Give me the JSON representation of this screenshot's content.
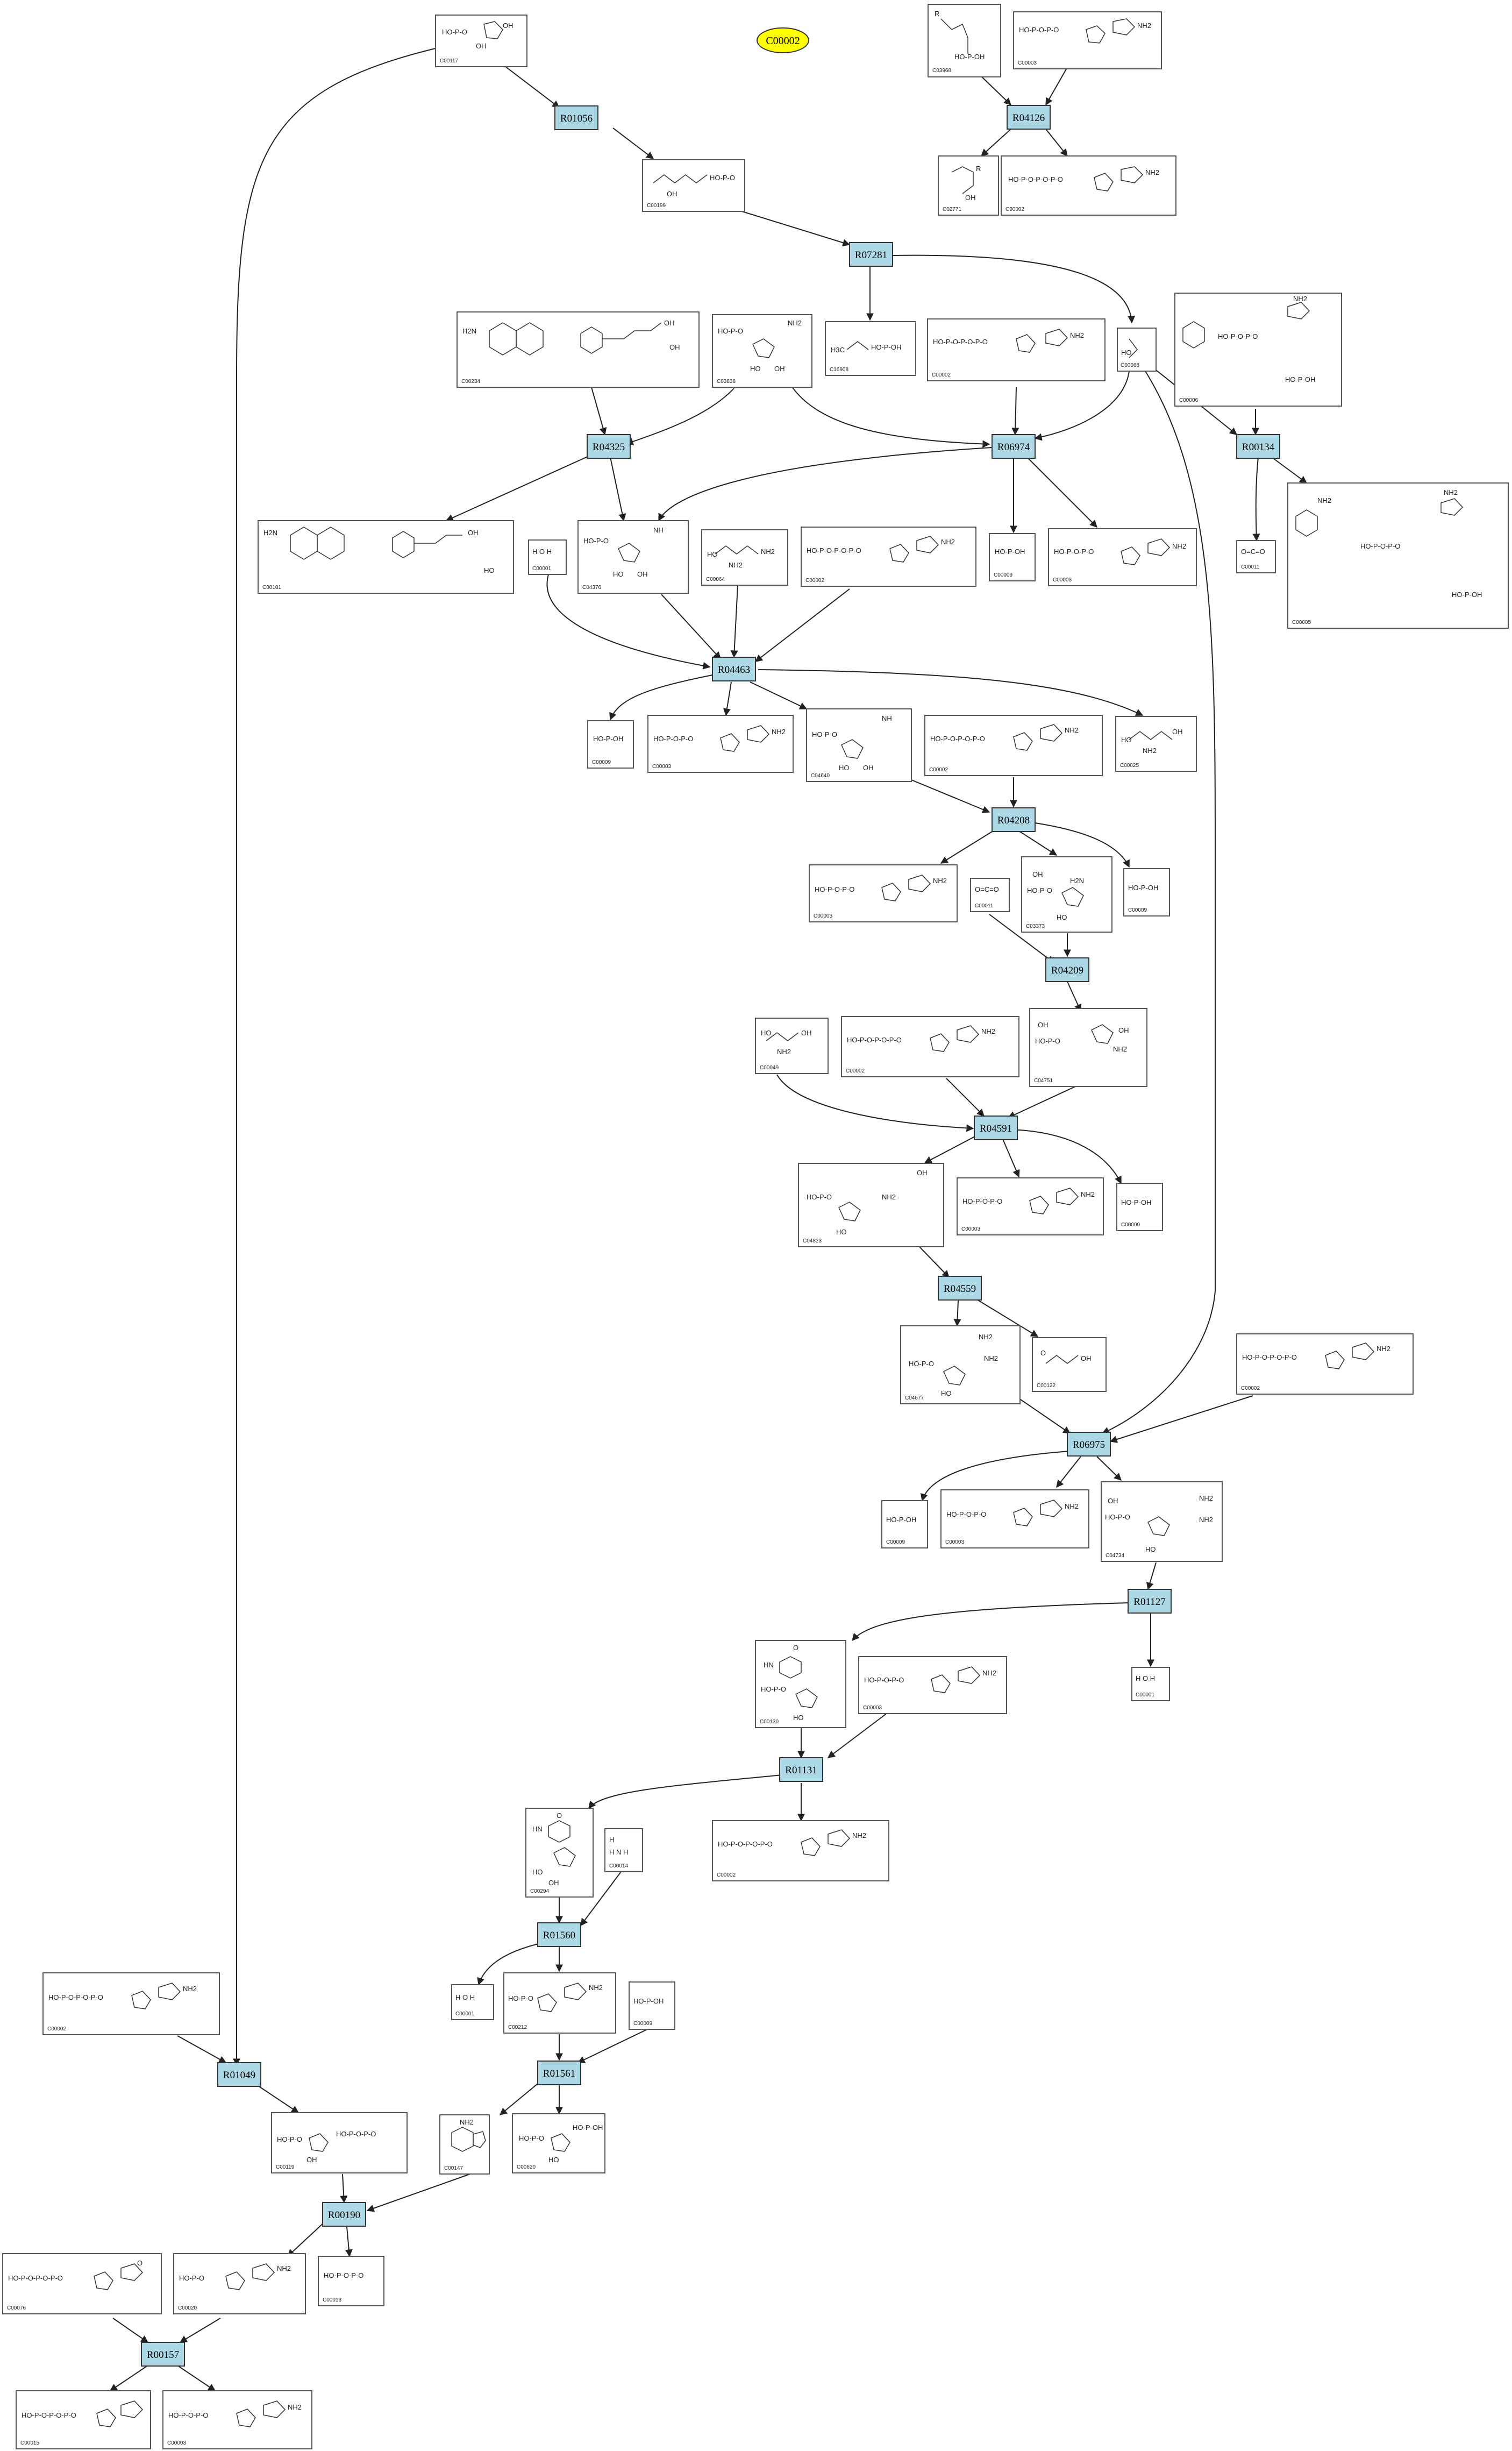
{
  "target": {
    "id": "C00002"
  },
  "reactions": {
    "R01056": "R01056",
    "R04126": "R04126",
    "R07281": "R07281",
    "R04325": "R04325",
    "R06974": "R06974",
    "R00134": "R00134",
    "R04463": "R04463",
    "R04208": "R04208",
    "R04209": "R04209",
    "R04591": "R04591",
    "R04559": "R04559",
    "R06975": "R06975",
    "R01127": "R01127",
    "R01131": "R01131",
    "R01560": "R01560",
    "R01049": "R01049",
    "R01561": "R01561",
    "R00190": "R00190",
    "R00157": "R00157"
  },
  "compounds": {
    "c00117": "C00117",
    "c03968": "C03968",
    "c00003a": "C00003",
    "c00199": "C00199",
    "c02771": "C02771",
    "c00002a": "C00002",
    "c16908": "C16908",
    "c00234": "C00234",
    "c03838": "C03838",
    "c00002b": "C00002",
    "c00068": "C00068",
    "c00006": "C00006",
    "c00101": "C00101",
    "c00001a": "C00001",
    "c04376": "C04376",
    "c00064": "C00064",
    "c00002c": "C00002",
    "c00009a": "C00009",
    "c00003b": "C00003",
    "c00011a": "C00011",
    "c00005": "C00005",
    "c00009b": "C00009",
    "c00003c": "C00003",
    "c04640": "C04640",
    "c00002d": "C00002",
    "c00025": "C00025",
    "c00003d": "C00003",
    "c00011b": "C00011",
    "c03373": "C03373",
    "c00009c": "C00009",
    "c00049": "C00049",
    "c00002e": "C00002",
    "c04751": "C04751",
    "c04823": "C04823",
    "c00003e": "C00003",
    "c00009d": "C00009",
    "c04677": "C04677",
    "c00122": "C00122",
    "c00002f": "C00002",
    "c00009e": "C00009",
    "c00003f": "C00003",
    "c04734": "C04734",
    "c00001b": "C00001",
    "c00130": "C00130",
    "c00003g": "C00003",
    "c00002g": "C00002",
    "c00294": "C00294",
    "c00014": "C00014",
    "c00001c": "C00001",
    "c00212": "C00212",
    "c00009f": "C00009",
    "c00002h": "C00002",
    "c00119": "C00119",
    "c00147": "C00147",
    "c00620": "C00620",
    "c00013": "C00013",
    "c00076": "C00076",
    "c00020": "C00020",
    "c00015": "C00015",
    "c00003h": "C00003"
  },
  "structure_text": {
    "oh": "OH",
    "ho": "HO",
    "nh2": "NH2",
    "h2n": "H2N",
    "o": "O",
    "p": "P",
    "n": "N",
    "nh": "NH",
    "h": "H",
    "r": "R",
    "h3c": "H3C",
    "hn": "HN",
    "po_chain1": "HO-P-O-P-O-P-O",
    "po_chain2": "HO-P-O-P-O",
    "po_single": "HO-P-O",
    "hop_oh": "HO-P-OH",
    "h_o_h": "H  O  H",
    "co2": "O=C=O",
    "h_n_h": "H  N  H"
  }
}
